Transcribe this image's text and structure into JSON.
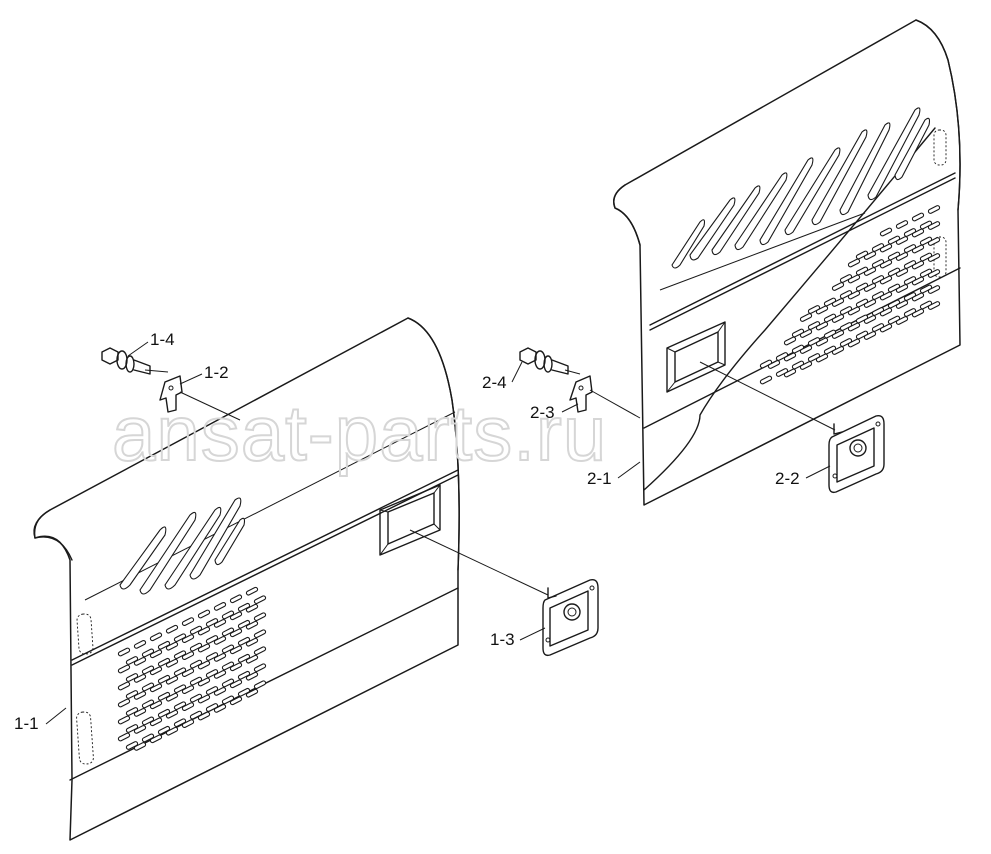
{
  "watermark": "ansat-parts.ru",
  "labels": {
    "l11": "1-1",
    "l12": "1-2",
    "l13": "1-3",
    "l14": "1-4",
    "l21": "2-1",
    "l22": "2-2",
    "l23": "2-3",
    "l24": "2-4"
  }
}
